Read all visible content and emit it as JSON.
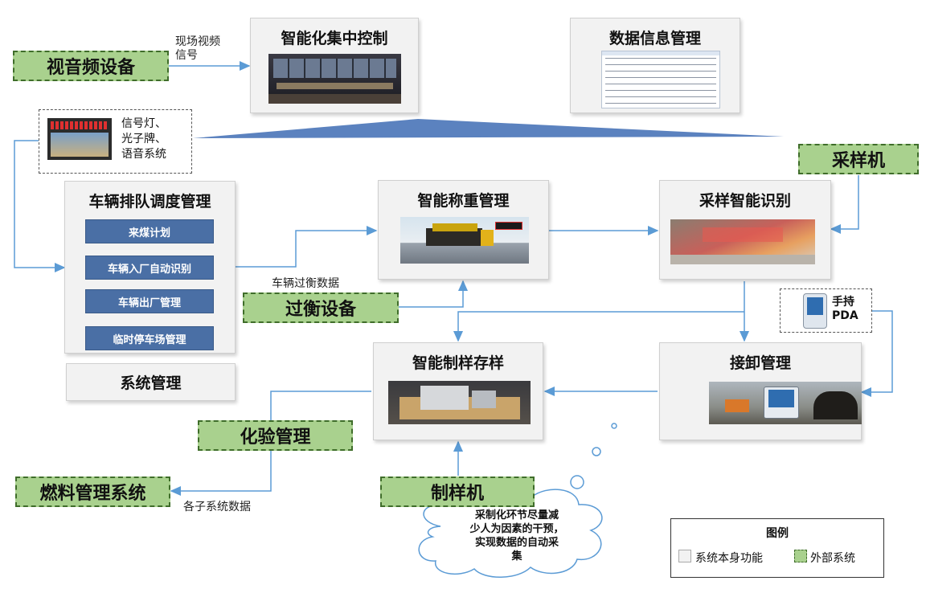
{
  "colors": {
    "system_box": "#f2f2f2",
    "external_box": "#a9d18e",
    "arrow": "#5b9bd5",
    "button": "#4a6fa5"
  },
  "top": {
    "central_control": "智能化集中控制",
    "data_info": "数据信息管理",
    "video_device": "视音频设备",
    "video_signal_line1": "现场视频",
    "video_signal_line2": "信号"
  },
  "signal_group": {
    "line1": "信号灯、",
    "line2": "光子牌、",
    "line3": "语音系统"
  },
  "vehicle_queue": {
    "title": "车辆排队调度管理",
    "items": [
      "来煤计划",
      "车辆入厂自动识别",
      "车辆出厂管理",
      "临时停车场管理"
    ]
  },
  "system_mgmt": "系统管理",
  "weighing": {
    "title": "智能称重管理",
    "edge_label": "车辆过衡数据"
  },
  "sampling_id": {
    "title": "采样智能识别"
  },
  "sampler": "采样机",
  "scale_device": "过衡设备",
  "handheld": {
    "line1": "手持",
    "line2": "PDA"
  },
  "unloading": {
    "title": "接卸管理"
  },
  "sample_storage": {
    "title": "智能制样存样"
  },
  "lab_mgmt": "化验管理",
  "fuel_system": "燃料管理系统",
  "subsystem_data": "各子系统数据",
  "sample_machine": "制样机",
  "cloud": {
    "line1": "采制化环节尽量减",
    "line2": "少人为因素的干预，",
    "line3": "实现数据的自动采",
    "line4": "集"
  },
  "legend": {
    "title": "图例",
    "own": "系统本身功能",
    "external": "外部系统"
  }
}
